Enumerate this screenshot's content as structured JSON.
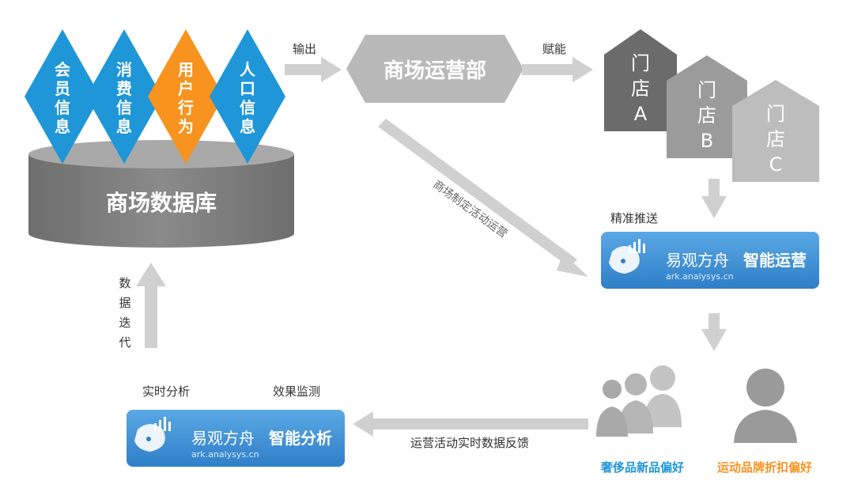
{
  "database": {
    "label": "商场数据库",
    "diamonds": [
      {
        "lines": [
          "会",
          "员",
          "信",
          "息"
        ],
        "color": "#1e96d8"
      },
      {
        "lines": [
          "消",
          "费",
          "信",
          "息"
        ],
        "color": "#1e96d8"
      },
      {
        "lines": [
          "用",
          "户",
          "行",
          "为"
        ],
        "color": "#f7931e"
      },
      {
        "lines": [
          "人",
          "口",
          "信",
          "息"
        ],
        "color": "#1e96d8"
      }
    ]
  },
  "operations": {
    "label": "商场运营部"
  },
  "arrows": {
    "output": "输出",
    "empower": "赋能",
    "diagonal": "商场制定活动运营",
    "precise_push": "精准推送",
    "feedback": "运营活动实时数据反馈",
    "iterate": [
      "数",
      "据",
      "迭",
      "代"
    ]
  },
  "stores": [
    {
      "lines": [
        "门",
        "店",
        "A"
      ],
      "color": "#6b6b6b"
    },
    {
      "lines": [
        "门",
        "店",
        "B"
      ],
      "color": "#9b9b9b"
    },
    {
      "lines": [
        "门",
        "店",
        "C"
      ],
      "color": "#bdbdbd"
    }
  ],
  "ark_ops": {
    "brand": "易观方舟",
    "product": "智能运营",
    "url": "ark.analysys.cn"
  },
  "ark_analysis": {
    "brand": "易观方舟",
    "product": "智能分析",
    "url": "ark.analysys.cn",
    "caption_left": "实时分析",
    "caption_right": "效果监测"
  },
  "segments": [
    {
      "label": "奢侈品新品偏好",
      "color": "#1e96d8"
    },
    {
      "label": "运动品牌折扣偏好",
      "color": "#f7931e"
    }
  ],
  "colors": {
    "arrow": "#d0d0d0",
    "panel_top": "#5aa8e4",
    "panel_bottom": "#2e7dc7"
  }
}
